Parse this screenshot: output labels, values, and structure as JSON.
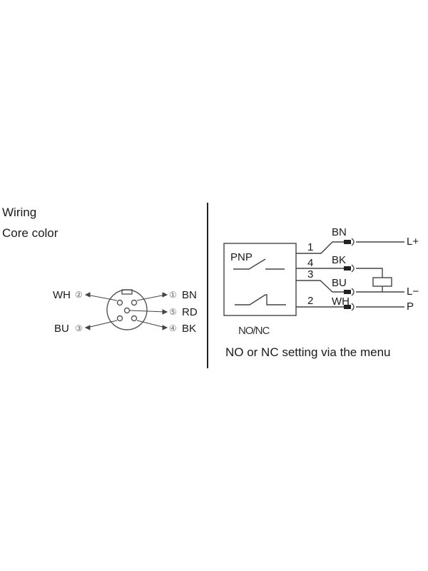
{
  "left_panel": {
    "title": "Wiring",
    "subtitle": "Core color",
    "connector": {
      "pins": [
        {
          "number_glyph": "②",
          "color": "WH",
          "side": "left"
        },
        {
          "number_glyph": "③",
          "color": "BU",
          "side": "left"
        },
        {
          "number_glyph": "①",
          "color": "BN",
          "side": "right"
        },
        {
          "number_glyph": "⑤",
          "color": "RD",
          "side": "right"
        },
        {
          "number_glyph": "④",
          "color": "BK",
          "side": "right"
        }
      ]
    }
  },
  "right_panel": {
    "box_label": "PNP",
    "mode_label": "NO/NC",
    "note": "NO or NC setting via the menu",
    "wires": [
      {
        "pin": "1",
        "color": "BN",
        "terminal": "L+"
      },
      {
        "pin": "4",
        "color": "BK",
        "terminal": ""
      },
      {
        "pin": "3",
        "color": "BU",
        "terminal": "L−"
      },
      {
        "pin": "2",
        "color": "WH",
        "terminal": "P"
      }
    ]
  }
}
